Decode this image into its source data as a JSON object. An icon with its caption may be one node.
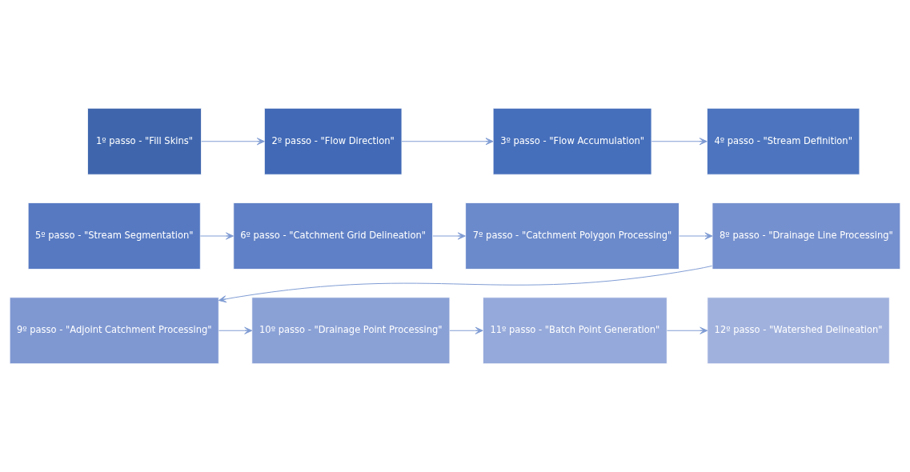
{
  "diagram": {
    "nodes": [
      {
        "text": [
          "1º passo - \"Fill Skins\""
        ]
      },
      {
        "text": [
          "2º passo - \"Flow Direction\""
        ]
      },
      {
        "text": [
          "3º passo - \"Flow Accumulation\""
        ]
      },
      {
        "text": [
          "4º passo - \"Stream Definition\""
        ]
      },
      {
        "text": [
          "5º passo - \"Stream Segmentation\""
        ]
      },
      {
        "text": [
          "6º passo - \"Catchment Grid Delineation\""
        ]
      },
      {
        "text": [
          "7º passo - \"Catchment Polygon Processing\""
        ]
      },
      {
        "text": [
          "8º passo - \"Drainage Line Processing\""
        ]
      },
      {
        "text": [
          "9º passo - \"Adjoint Catchment Processing\""
        ]
      },
      {
        "text": [
          "10º passo - \"Drainage Point Processing\""
        ]
      },
      {
        "text": [
          "11º passo - \"Batch Point Generation\""
        ]
      },
      {
        "text": [
          "12º passo - \"Watershed Delineation\""
        ]
      }
    ],
    "edges": [
      {
        "from": 0,
        "to": 1,
        "arrow": "to"
      },
      {
        "from": 1,
        "to": 2,
        "arrow": "to"
      },
      {
        "from": 2,
        "to": 3,
        "arrow": "to"
      },
      {
        "from": 4,
        "to": 5,
        "arrow": "to"
      },
      {
        "from": 5,
        "to": 6,
        "arrow": "to"
      },
      {
        "from": 6,
        "to": 7,
        "arrow": "to"
      },
      {
        "from": 7,
        "to": 8,
        "arrow": "to"
      },
      {
        "from": 8,
        "to": 9,
        "arrow": "to"
      },
      {
        "from": 9,
        "to": 10,
        "arrow": "to"
      },
      {
        "from": 10,
        "to": 11,
        "arrow": "to"
      }
    ]
  }
}
